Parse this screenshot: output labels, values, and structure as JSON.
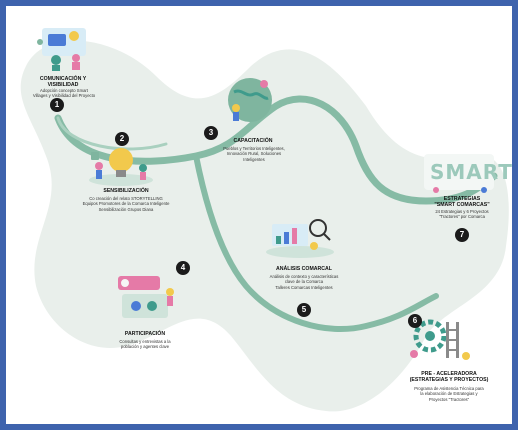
{
  "colors": {
    "border": "#3e63ad",
    "ribbon": "#7fb59f",
    "blob": "#e7eee9",
    "number_bg": "#1b1b1b",
    "accent_teal": "#3f9b8c",
    "accent_yellow": "#f2c94c",
    "accent_pink": "#e57aa7",
    "accent_blue": "#4b7bd6"
  },
  "steps": [
    {
      "number": "1",
      "title": [
        "COMUNICACIÓN Y",
        "VISIBILIDAD"
      ],
      "description": [
        "Adopción concepto Smart",
        "Villages y Visibilidad del Proyecto"
      ],
      "icon": "communication-illustration"
    },
    {
      "number": "2",
      "title": [
        "SENSIBILIZACIÓN"
      ],
      "description": [
        "Co creación del relato STORYTELLING",
        "Equipos Promotores de la Comarca Inteligente",
        "Sensibilización Grupos Diana"
      ],
      "icon": "lightbulb-illustration"
    },
    {
      "number": "3",
      "title": [
        "CAPACITACIÓN"
      ],
      "description": [
        "Pueblos y Territorios Inteligentes,",
        "Innovación Rural, Soluciones",
        "Inteligentes"
      ],
      "icon": "globe-training-illustration"
    },
    {
      "number": "4",
      "title": [
        "PARTICIPACIÓN"
      ],
      "description": [
        "Consultas y entrevistas a la",
        "población y agentes clave"
      ],
      "icon": "participation-illustration"
    },
    {
      "number": "5",
      "title": [
        "ANÁLISIS COMARCAL"
      ],
      "description": [
        "Análisis de contexto y características",
        "clave de la Comarca",
        "Talleres Comarcas Inteligentes"
      ],
      "icon": "analysis-illustration"
    },
    {
      "number": "6",
      "title": [
        "PRE - ACELERADORA",
        "(ESTRATEGIAS Y PROYECTOS)"
      ],
      "description": [
        "Programa de Asistencia Técnica para",
        "la elaboración de Estrategias y",
        "Proyectos \"Tractores\""
      ],
      "icon": "accelerator-illustration"
    },
    {
      "number": "7",
      "title": [
        "ESTRATEGIAS",
        "\"SMART COMARCAS\""
      ],
      "description": [
        "24 Estrategias y 6 Proyectos",
        "\"Tractores\" por Comarca"
      ],
      "icon": "smart-strategies-illustration",
      "illustration_text": "SMART"
    }
  ]
}
